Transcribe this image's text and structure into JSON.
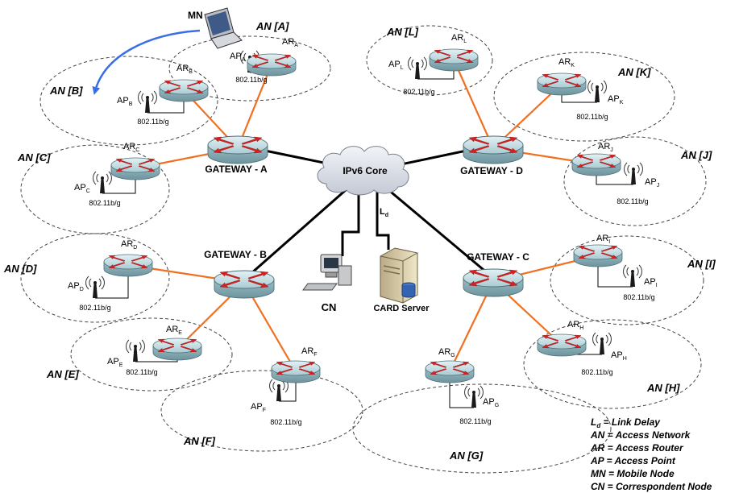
{
  "core": {
    "label": "IPv6 Core"
  },
  "link_delay": {
    "main": "L",
    "sub": "d"
  },
  "correspondent": {
    "label": "CN"
  },
  "card_server": {
    "label": "CARD Server"
  },
  "mobile_node": {
    "label": "MN"
  },
  "wifi_standard": "802.11b/g",
  "gateways": [
    {
      "id": "A",
      "label": "GATEWAY - A"
    },
    {
      "id": "B",
      "label": "GATEWAY - B"
    },
    {
      "id": "C",
      "label": "GATEWAY - C"
    },
    {
      "id": "D",
      "label": "GATEWAY - D"
    }
  ],
  "access_networks": [
    {
      "id": "A",
      "label": "AN [A]",
      "gateway": "A",
      "ar_prefix": "AR",
      "ap_prefix": "AP",
      "sub": "A"
    },
    {
      "id": "B",
      "label": "AN [B]",
      "gateway": "A",
      "ar_prefix": "AR",
      "ap_prefix": "AP",
      "sub": "B"
    },
    {
      "id": "C",
      "label": "AN [C]",
      "gateway": "A",
      "ar_prefix": "AR",
      "ap_prefix": "AP",
      "sub": "C"
    },
    {
      "id": "D",
      "label": "AN [D]",
      "gateway": "B",
      "ar_prefix": "AR",
      "ap_prefix": "AP",
      "sub": "D"
    },
    {
      "id": "E",
      "label": "AN [E]",
      "gateway": "B",
      "ar_prefix": "AR",
      "ap_prefix": "AP",
      "sub": "E"
    },
    {
      "id": "F",
      "label": "AN [F]",
      "gateway": "B",
      "ar_prefix": "AR",
      "ap_prefix": "AP",
      "sub": "F"
    },
    {
      "id": "G",
      "label": "AN [G]",
      "gateway": "C",
      "ar_prefix": "AR",
      "ap_prefix": "AP",
      "sub": "G"
    },
    {
      "id": "H",
      "label": "AN [H]",
      "gateway": "C",
      "ar_prefix": "AR",
      "ap_prefix": "AP",
      "sub": "H"
    },
    {
      "id": "I",
      "label": "AN [I]",
      "gateway": "C",
      "ar_prefix": "AR",
      "ap_prefix": "AP",
      "sub": "I"
    },
    {
      "id": "J",
      "label": "AN [J]",
      "gateway": "D",
      "ar_prefix": "AR",
      "ap_prefix": "AP",
      "sub": "J"
    },
    {
      "id": "K",
      "label": "AN [K]",
      "gateway": "D",
      "ar_prefix": "AR",
      "ap_prefix": "AP",
      "sub": "K"
    },
    {
      "id": "L",
      "label": "AN [L]",
      "gateway": "D",
      "ar_prefix": "AR",
      "ap_prefix": "AP",
      "sub": "L"
    }
  ],
  "legend": [
    {
      "term": "L",
      "sub": "d",
      "text": " = Link Delay"
    },
    {
      "term": "AN",
      "sub": "",
      "text": " = Access Network"
    },
    {
      "term": "AR",
      "sub": "",
      "text": " = Access Router"
    },
    {
      "term": "AP",
      "sub": "",
      "text": " = Access Point"
    },
    {
      "term": "MN",
      "sub": "",
      "text": " = Mobile Node"
    },
    {
      "term": "CN",
      "sub": "",
      "text": " = Correspondent Node"
    }
  ],
  "colors": {
    "access_link": "#f07020",
    "backbone_link": "#000000",
    "handover_arrow": "#3a6ee8",
    "router_top": "#c6dfe6",
    "router_body": "#8fb3bd",
    "router_arrows": "#d62020",
    "cloud": "#dfe3ea"
  }
}
